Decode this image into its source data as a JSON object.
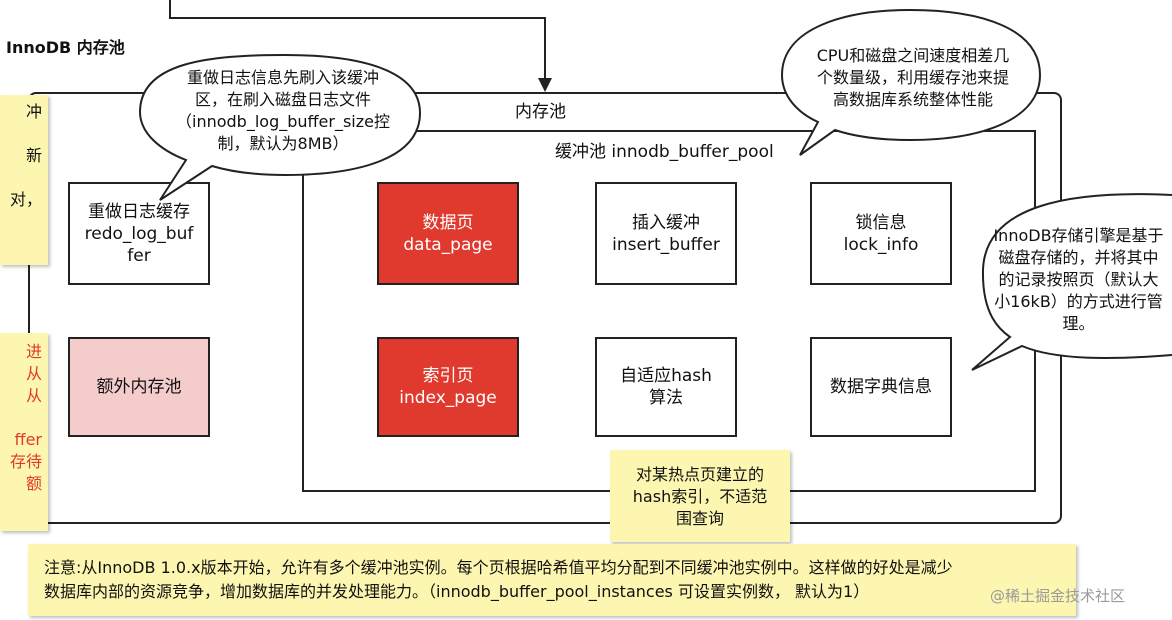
{
  "title": "InnoDB 内存池",
  "memory_pool_label": "内存池",
  "buffer_pool_label": "缓冲池 innodb_buffer_pool",
  "boxes": {
    "redo_log_buffer": "重做日志缓存\nredo_log_buf\nfer",
    "extra_memory": "额外内存池",
    "data_page": "数据页\ndata_page",
    "index_page": "索引页\nindex_page",
    "insert_buffer": "插入缓冲\ninsert_buffer",
    "adaptive_hash": "自适应hash\n算法",
    "lock_info": "锁信息\nlock_info",
    "dict_info": "数据字典信息"
  },
  "bubbles": {
    "redo": "重做日志信息先刷入该缓冲\n区，在刷入磁盘日志文件\n（innodb_log_buffer_size控\n制，默认为8MB）",
    "cpu": "CPU和磁盘之间速度相差几\n个数量级，利用缓存池来提\n高数据库系统整体性能",
    "storage": "InnoDB存储引擎是基于\n磁盘存储的，并将其中\n的记录按照页（默认大\n小16kB）的方式进行管\n理。"
  },
  "notes": {
    "left_top": "冲\n\n新\n\n对，",
    "left_bottom": "进\n从\n从\n\nffer\n存待\n额",
    "hash": "对某热点页建立的\nhash索引，不适范\n围查询",
    "bottom": "注意:从InnoDB 1.0.x版本开始，允许有多个缓冲池实例。每个页根据哈希值平均分配到不同缓冲池实例中。这样做的好处是减少\n数据库内部的资源竞争，增加数据库的并发处理能力。（innodb_buffer_pool_instances 可设置实例数， 默认为1）"
  },
  "watermark": "@稀土掘金技术社区",
  "colors": {
    "red": "#e03a2e",
    "pink": "#f5cccc",
    "note_yellow": "#fdf6b0"
  }
}
